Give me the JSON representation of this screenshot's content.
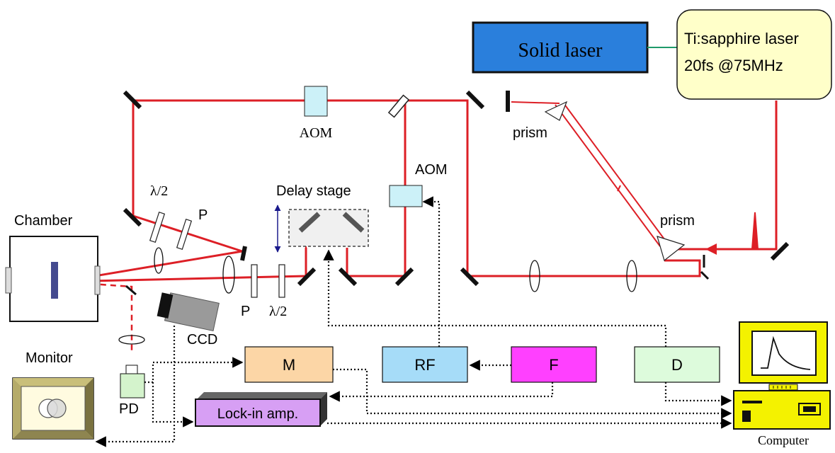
{
  "labels": {
    "solid_laser": "Solid laser",
    "ti_line1": "Ti:sapphire laser",
    "ti_line2": "20fs @75MHz",
    "aom_top": "AOM",
    "aom_right": "AOM",
    "prism_top": "prism",
    "prism_bottom": "prism",
    "delay_stage": "Delay stage",
    "chamber": "Chamber",
    "lambda_top": "λ/2",
    "p_top": "P",
    "p_bottom": "P",
    "lambda_bottom": "λ/2",
    "ccd": "CCD",
    "monitor": "Monitor",
    "pd": "PD",
    "m": "M",
    "rf": "RF",
    "f": "F",
    "d": "D",
    "lockin": "Lock-in amp.",
    "computer": "Computer"
  },
  "colors": {
    "beam": "#dd1f26",
    "solid_laser_fill": "#2a7fdc",
    "ti_box_fill": "#ffffc9",
    "aom_fill": "#ccf1f8",
    "m_fill": "#fcd6a6",
    "rf_fill": "#a6dcf8",
    "f_fill": "#ff40ff",
    "d_fill": "#ddfbdc",
    "pd_fill": "#d4f3cc",
    "lockin_fill": "#d79ff4",
    "computer_fill": "#f4f200",
    "monitor_fill": "#f4ecab",
    "green_link": "#1f9a6a"
  },
  "icons": [
    "computer-icon",
    "monitor-icon",
    "ccd-camera-icon",
    "photodiode-icon",
    "pulse-icon"
  ]
}
